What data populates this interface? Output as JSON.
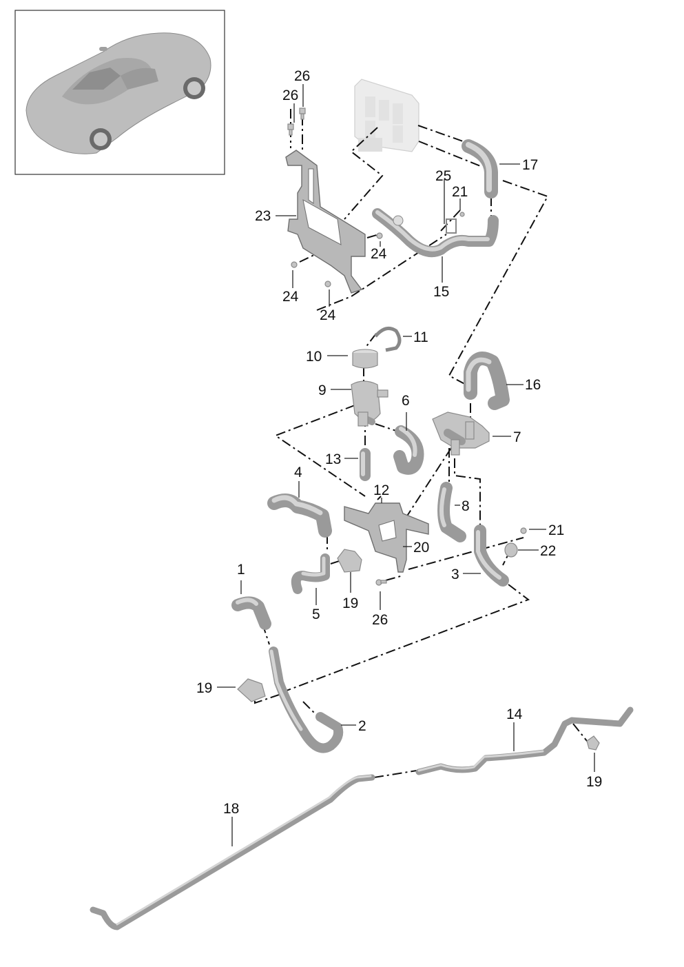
{
  "diagram": {
    "type": "exploded parts diagram",
    "subject": "Coolant hoses, pump and valve assembly",
    "thumbnail": "vehicle-overview (sports car, rear 3/4 top view)",
    "callouts": {
      "c1": "1",
      "c2": "2",
      "c3": "3",
      "c4": "4",
      "c5": "5",
      "c6": "6",
      "c7": "7",
      "c8": "8",
      "c9": "9",
      "c10": "10",
      "c11": "11",
      "c12": "12",
      "c13": "13",
      "c14": "14",
      "c15": "15",
      "c16": "16",
      "c17": "17",
      "c18": "18",
      "c19a": "19",
      "c19b": "19",
      "c19c": "19",
      "c20": "20",
      "c21a": "21",
      "c21b": "21",
      "c22": "22",
      "c23": "23",
      "c24a": "24",
      "c24b": "24",
      "c24c": "24",
      "c25": "25",
      "c26a": "26",
      "c26b": "26",
      "c26c": "26"
    }
  },
  "colors": {
    "line": "#111111",
    "part": "#c4c4c4",
    "part_shadow": "#9a9a9a",
    "ghost": "#ececec"
  }
}
